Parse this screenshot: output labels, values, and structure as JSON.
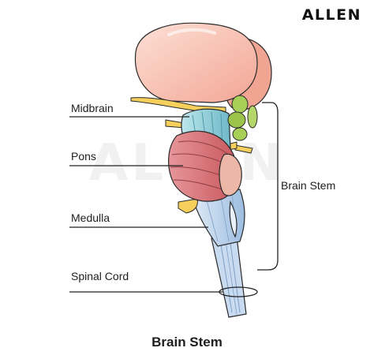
{
  "brand": "ALLEN",
  "watermark": "ALLEN",
  "labels": {
    "midbrain": "Midbrain",
    "pons": "Pons",
    "medulla": "Medulla",
    "spinal_cord": "Spinal Cord",
    "brain_stem": "Brain Stem"
  },
  "caption": "Brain Stem",
  "colors": {
    "cerebrum": "#f6bcae",
    "midbrain": "#8fd0db",
    "pons": "#d9777a",
    "medulla": "#bcd4ec",
    "cranial_nerve": "#f6cf5c",
    "colliculi": "#a8cf58",
    "outline": "#2a2a2a"
  }
}
